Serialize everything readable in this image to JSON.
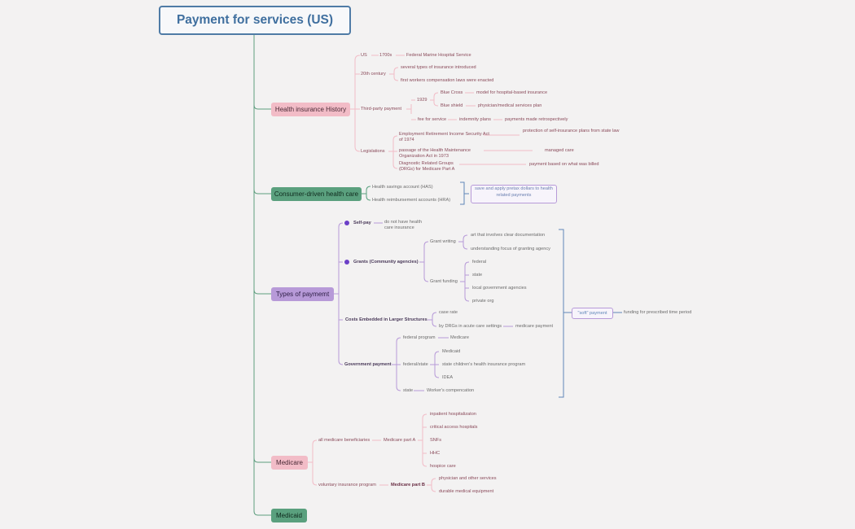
{
  "title": "Payment for services (US)",
  "colors": {
    "root_border": "#4f7ba6",
    "pink": "#f2bcc7",
    "green": "#5aa07e",
    "purple": "#b79ad8",
    "spine": "#5e9d7e",
    "bracket": "#5f86b8"
  },
  "topics": {
    "history": "Health insurance History",
    "consumer": "Consumer-driven health care",
    "types": "Types of paymemt",
    "medicare": "Medicare",
    "medicaid": "Medicaid"
  },
  "history": {
    "us": "US",
    "y1700s": "1700s",
    "fmhs": "Federal Marine Hospital Service",
    "c20": "20th century",
    "ins_types": "several types of insurance introduced",
    "workers_laws": "first workers compensation laws were enacted",
    "third_party": "Third-party payment",
    "y1929": "1929",
    "blue_cross": "Blue Cross",
    "blue_cross_desc": "model for hospital-based insurance",
    "blue_shield": "Blue shield",
    "blue_shield_desc": "physician/medical services plan",
    "fee_for_service": "fee for service",
    "indemnity": "indemnity plans",
    "retro": "payments made retrospectively",
    "legislations": "Legislations",
    "erisa": "Employment Retirement Income Security Act of 1974",
    "erisa_desc": "protection of self-insurance plans from state law",
    "hmo": "passage of the Health Maintenance Organization Act in 1973",
    "hmo_desc": "managed care",
    "drg": "Diagnostic Related Groups (DRGs) for Medicare Part A",
    "drg_desc": "payment based on what was billed"
  },
  "consumer": {
    "hsa": "Health savings account (HAS)",
    "hra": "Health reimbursement accounts (HRA)",
    "callout": "save and apply pretax dollars to health related payments"
  },
  "types": {
    "self_pay": "Self-pay",
    "self_pay_desc": "do not have health care insurance",
    "grants": "Grants (Community agencies)",
    "grant_writing": "Grant writing",
    "gw_1": "art that involves clear documentation",
    "gw_2": "understanding focus of granting agency",
    "grant_funding": "Grant funding",
    "gf_1": "federal",
    "gf_2": "state",
    "gf_3": "local government agencies",
    "gf_4": "private org",
    "costs": "Costs Embedded in Larger Structures",
    "case_rate": "case rate",
    "drgs_acute": "by DRGs in acute care settings",
    "medicare_payment": "medicare payment",
    "gov": "Government payment",
    "fed_prog": "federal program",
    "medicare": "Medicare",
    "fed_state": "federal/state",
    "medicaid": "Medicaid",
    "schip": "state children's health insurance program",
    "idea": "IDEA",
    "state": "state",
    "workers_comp": "Worker's compencation",
    "soft_payment": "\"soft\" payment",
    "soft_desc": "funding for prescribed time period"
  },
  "medicare": {
    "all_benef": "all medicare beneficiaries",
    "part_a": "Medicare part A",
    "pa_1": "inpatient hospitalizaton",
    "pa_2": "critical access hospitals",
    "pa_3": "SNFs",
    "pa_4": "HHC",
    "pa_5": "hospice care",
    "voluntary": "voluntary insurance program",
    "part_b": "Medicare part B",
    "pb_1": "physician and other services",
    "pb_2": "durable medical equipment"
  }
}
